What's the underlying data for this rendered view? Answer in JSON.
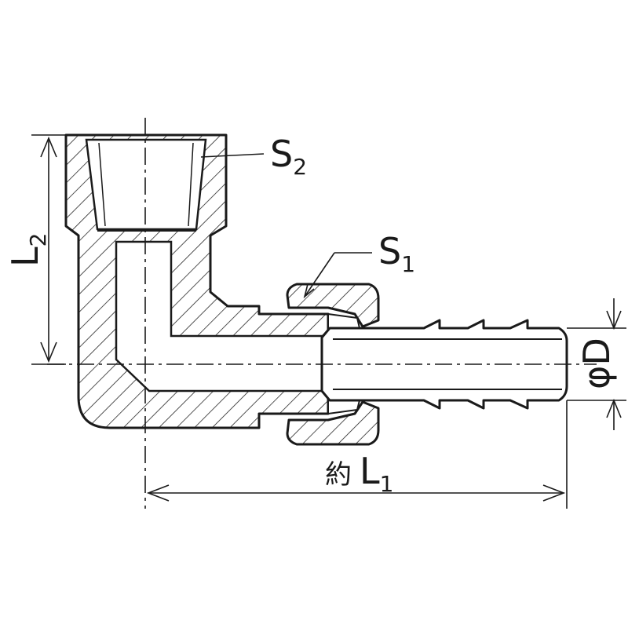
{
  "labels": {
    "s2": {
      "main": "S",
      "sub": "2"
    },
    "s1": {
      "main": "S",
      "sub": "1"
    },
    "l2": {
      "main": "L",
      "sub": "2"
    },
    "l1": {
      "prefix": "約",
      "main": "L",
      "sub": "1"
    },
    "d": {
      "main": "φD"
    }
  },
  "colors": {
    "line": "#1a1a1a",
    "background": "#ffffff"
  }
}
